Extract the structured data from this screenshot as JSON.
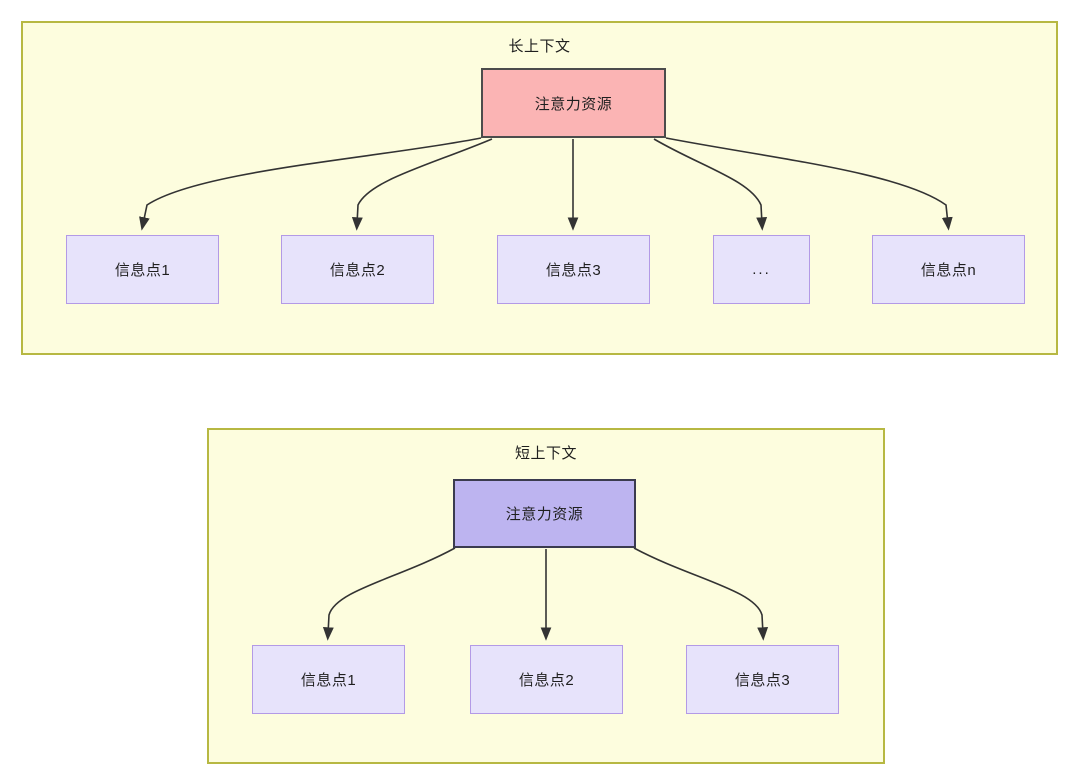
{
  "diagram": {
    "title_semantics": "attention-resource-allocation-long-vs-short-context",
    "colors": {
      "panel_fill": "#fdfdde",
      "panel_border": "#b7b842",
      "attention_long_fill": "#fbb4b4",
      "attention_long_border": "#4c4c4c",
      "attention_short_fill": "#bdb4f0",
      "attention_short_border": "#3b3b4f",
      "info_fill": "#e7e3fb",
      "info_border": "#b39ae6",
      "edge_stroke": "#333333",
      "text": "#1f1f1f"
    }
  },
  "panels": {
    "long_context": {
      "title": "长上下文",
      "attention_node": {
        "label": "注意力资源"
      },
      "info_nodes": [
        {
          "label": "信息点1"
        },
        {
          "label": "信息点2"
        },
        {
          "label": "信息点3"
        },
        {
          "label": "..."
        },
        {
          "label": "信息点n"
        }
      ]
    },
    "short_context": {
      "title": "短上下文",
      "attention_node": {
        "label": "注意力资源"
      },
      "info_nodes": [
        {
          "label": "信息点1"
        },
        {
          "label": "信息点2"
        },
        {
          "label": "信息点3"
        }
      ]
    }
  }
}
